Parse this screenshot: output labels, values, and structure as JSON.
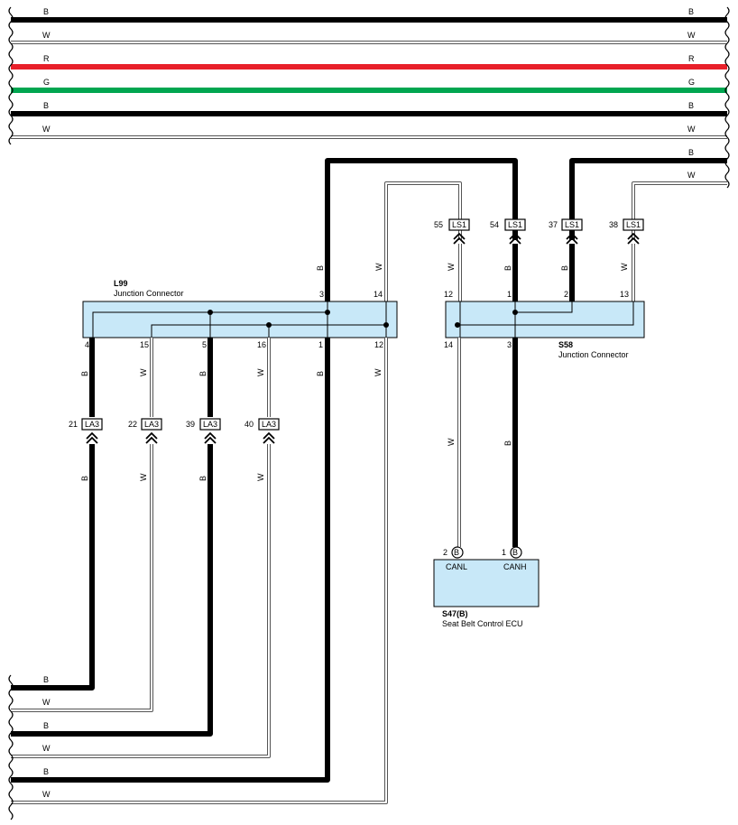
{
  "top_wires": [
    {
      "id": "t1",
      "left": "B",
      "right": "B",
      "color": "#000000"
    },
    {
      "id": "t2",
      "left": "W",
      "right": "W",
      "color": "#ffffff"
    },
    {
      "id": "t3",
      "left": "R",
      "right": "R",
      "color": "#e8202a"
    },
    {
      "id": "t4",
      "left": "G",
      "right": "G",
      "color": "#00a650"
    },
    {
      "id": "t5",
      "left": "B",
      "right": "B",
      "color": "#000000"
    },
    {
      "id": "t6",
      "left": "W",
      "right": "W",
      "color": "#ffffff"
    }
  ],
  "right_wires": [
    {
      "id": "r1",
      "label": "B"
    },
    {
      "id": "r2",
      "label": "W"
    }
  ],
  "bottom_wires": [
    {
      "id": "b1",
      "label": "B"
    },
    {
      "id": "b2",
      "label": "W"
    },
    {
      "id": "b3",
      "label": "B"
    },
    {
      "id": "b4",
      "label": "W"
    },
    {
      "id": "b5",
      "label": "B"
    },
    {
      "id": "b6",
      "label": "W"
    }
  ],
  "l99": {
    "code": "L99",
    "name": "Junction Connector",
    "top_pins": [
      "3",
      "14"
    ],
    "bottom_pins": [
      "4",
      "15",
      "5",
      "16",
      "1",
      "12"
    ]
  },
  "s58": {
    "code": "S58",
    "name": "Junction Connector",
    "top_pins": [
      "12",
      "1",
      "2",
      "13"
    ],
    "bottom_pins": [
      "14",
      "3"
    ]
  },
  "s47": {
    "code": "S47(B)",
    "name": "Seat Belt Control ECU",
    "pin_left": "2",
    "pin_right": "1",
    "pin_badge": "B",
    "label_left": "CANL",
    "label_right": "CANH"
  },
  "ls1": [
    {
      "pin": "55",
      "name": "LS1"
    },
    {
      "pin": "54",
      "name": "LS1"
    },
    {
      "pin": "37",
      "name": "LS1"
    },
    {
      "pin": "38",
      "name": "LS1"
    }
  ],
  "la3": [
    {
      "pin": "21",
      "name": "LA3"
    },
    {
      "pin": "22",
      "name": "LA3"
    },
    {
      "pin": "39",
      "name": "LA3"
    },
    {
      "pin": "40",
      "name": "LA3"
    }
  ],
  "wire_labels": {
    "l99_top_3": "B",
    "l99_top_14": "W",
    "ls1_55": "W",
    "ls1_54": "B",
    "ls1_37": "B",
    "ls1_38": "W",
    "l99_b4_up": "B",
    "l99_b15_up": "W",
    "l99_b5_up": "B",
    "l99_b16_up": "W",
    "l99_b1": "B",
    "l99_b12": "W",
    "la3_21_down": "B",
    "la3_22_down": "W",
    "la3_39_down": "B",
    "la3_40_down": "W",
    "s58_14": "W",
    "s58_3": "B"
  }
}
